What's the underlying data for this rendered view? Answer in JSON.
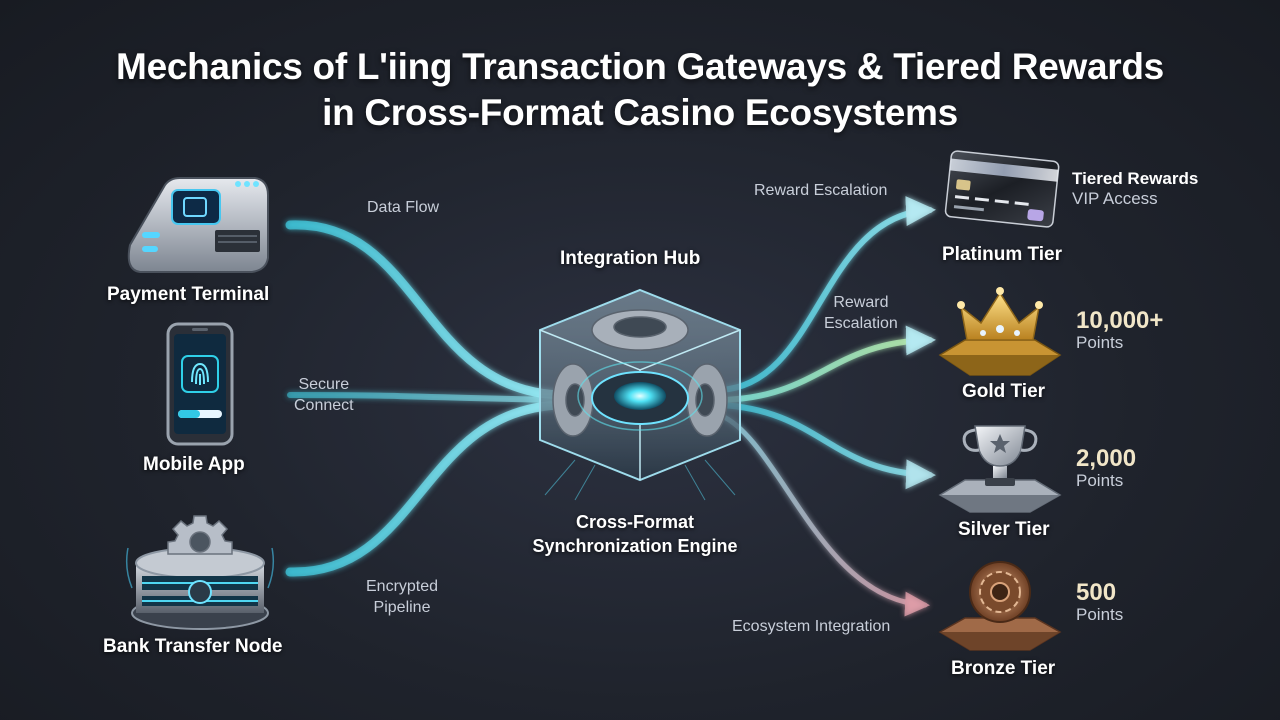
{
  "title": {
    "line1": "Mechanics of L'iing Transaction Gateways & Tiered Rewards",
    "line2": "in Cross-Format Casino Ecosystems"
  },
  "sources": {
    "payment_terminal": "Payment Terminal",
    "mobile_app": "Mobile App",
    "bank_transfer_node": "Bank Transfer Node"
  },
  "flows": {
    "data_flow": "Data Flow",
    "secure_connect": "Secure\nConnect",
    "encrypted_pipeline": "Encrypted\nPipeline",
    "reward_escalation_top": "Reward Escalation",
    "reward_escalation_mid": "Reward\nEscalation",
    "ecosystem_integration": "Ecosystem Integration"
  },
  "hub": {
    "top_label": "Integration Hub",
    "bottom_label": "Cross-Format\nSynchronization Engine"
  },
  "tiers": {
    "platinum": {
      "label": "Platinum Tier",
      "note_title": "Tiered Rewards",
      "note_sub": "VIP Access"
    },
    "gold": {
      "label": "Gold Tier",
      "points": "10,000+",
      "unit": "Points"
    },
    "silver": {
      "label": "Silver Tier",
      "points": "2,000",
      "unit": "Points"
    },
    "bronze": {
      "label": "Bronze Tier",
      "points": "500",
      "unit": "Points"
    }
  },
  "icons": {
    "payment_terminal": "card-terminal-icon",
    "mobile_app": "smartphone-fingerprint-icon",
    "bank_transfer_node": "gear-server-node-icon",
    "hub": "gear-cube-engine-icon",
    "platinum": "vip-card-icon",
    "gold": "crown-icon",
    "silver": "trophy-icon",
    "bronze": "casino-chip-icon"
  },
  "colors": {
    "background": "#1f232c",
    "flow_cyan": "#5fe3ee",
    "flow_green": "#9bf0c0",
    "flow_pink": "#e8a6b2",
    "gold": "#e7b84a",
    "silver": "#c9ced6",
    "bronze": "#a86a45"
  }
}
